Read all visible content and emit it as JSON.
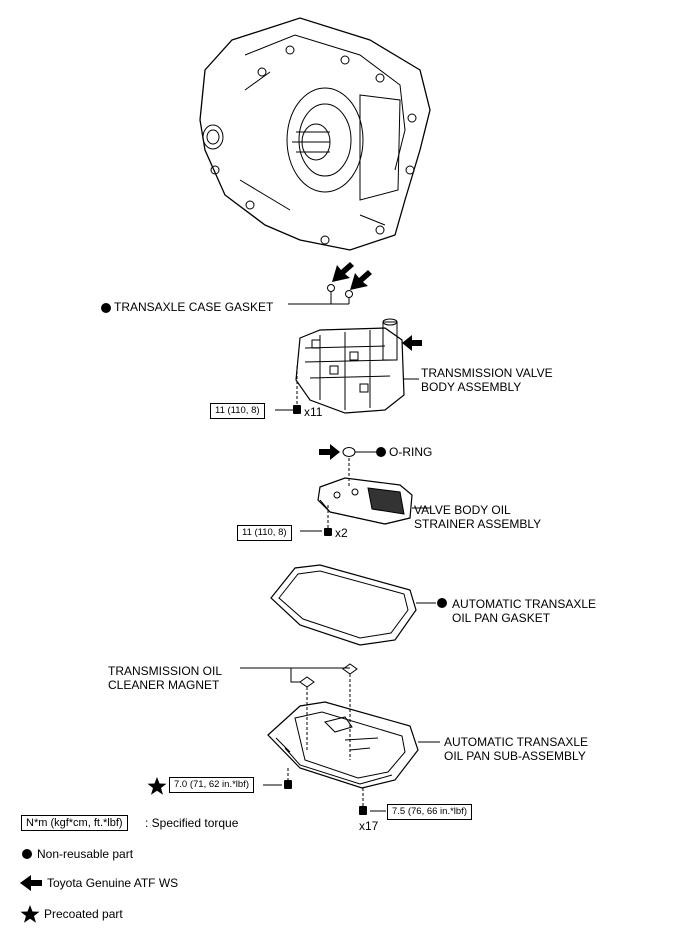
{
  "parts": {
    "transaxle_case_gasket": "TRANSAXLE CASE GASKET",
    "valve_body_line1": "TRANSMISSION VALVE",
    "valve_body_line2": "BODY ASSEMBLY",
    "o_ring": "O-RING",
    "strainer_line1": "VALVE BODY OIL",
    "strainer_line2": "STRAINER ASSEMBLY",
    "pan_gasket_line1": "AUTOMATIC TRANSAXLE",
    "pan_gasket_line2": "OIL PAN GASKET",
    "magnet_line1": "TRANSMISSION OIL",
    "magnet_line2": "CLEANER MAGNET",
    "pan_line1": "AUTOMATIC TRANSAXLE",
    "pan_line2": "OIL PAN SUB-ASSEMBLY"
  },
  "torques": {
    "valve_body_bolts": "11 (110, 8)",
    "valve_body_qty": "x11",
    "strainer_bolts": "11 (110, 8)",
    "strainer_qty": "x2",
    "pan_precoated": "7.0 (71, 62 in.*lbf)",
    "pan_bolts": "7.5 (76, 66 in.*lbf)",
    "pan_qty": "x17"
  },
  "legend": {
    "torque_unit": "N*m (kgf*cm, ft.*lbf)",
    "torque_desc": ": Specified torque",
    "non_reusable": "Non-reusable part",
    "atf": "Toyota Genuine ATF WS",
    "precoated": "Precoated part"
  },
  "icons": {
    "non_reusable": "filled-circle-icon",
    "atf": "left-arrow-icon",
    "precoated": "star-icon"
  }
}
